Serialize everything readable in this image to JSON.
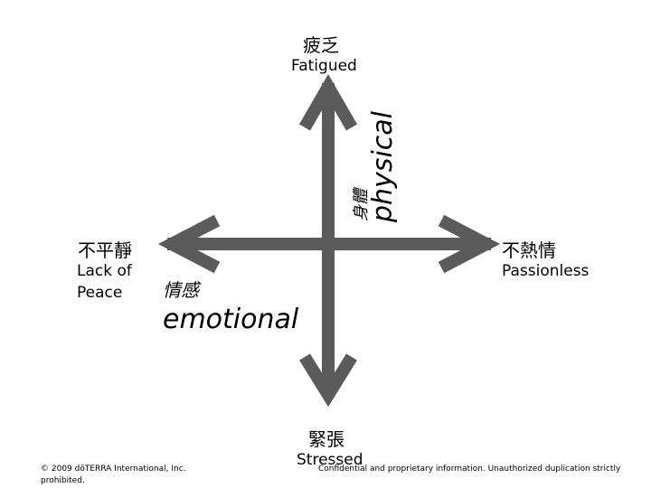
{
  "colors": {
    "arrow": "#5b5b5b",
    "text": "#000000"
  },
  "top": {
    "chinese": "疲乏",
    "english": "Fatigued"
  },
  "bottom": {
    "chinese": "緊張",
    "english": "Stressed"
  },
  "left": {
    "chinese": "不平靜",
    "english_line1": "Lack of",
    "english_line2": "Peace"
  },
  "right": {
    "chinese": "不熱情",
    "english": "Passionless"
  },
  "vertical_axis": {
    "chinese": "身體",
    "english": "physical"
  },
  "horizontal_axis": {
    "chinese": "情感",
    "english": "emotional"
  },
  "footer": {
    "copyright": "© 2009 dōTERRA International, Inc.",
    "copyright_cont": "prohibited.",
    "confidential": "Confidential and proprietary information. Unauthorized duplication strictly"
  }
}
